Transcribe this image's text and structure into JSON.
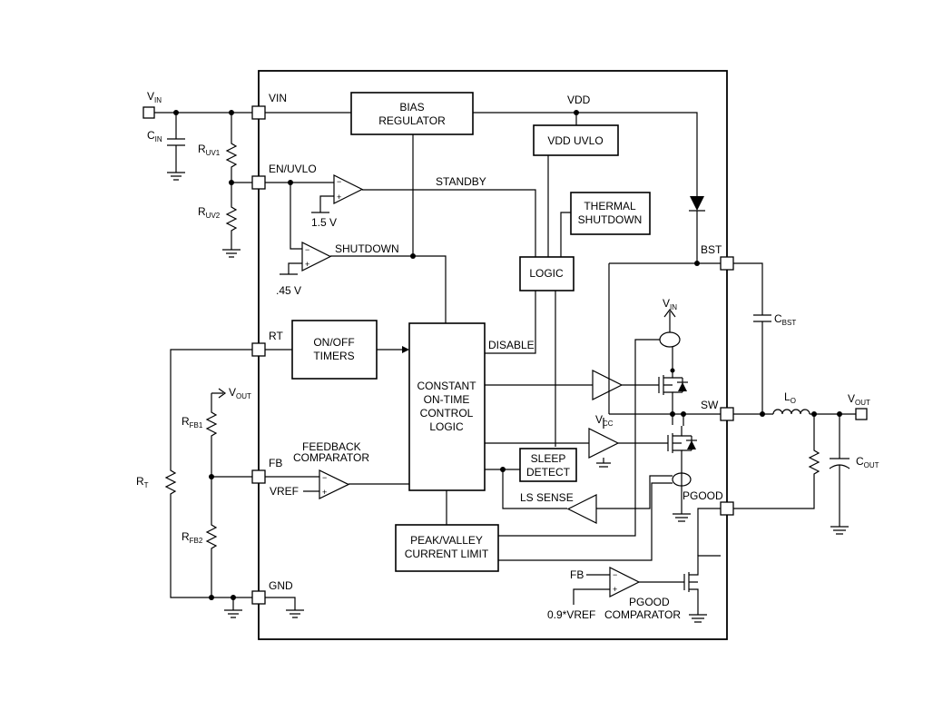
{
  "blocks": {
    "bias_regulator": [
      "BIAS",
      "REGULATOR"
    ],
    "vdd_uvlo": "VDD UVLO",
    "thermal_shutdown": [
      "THERMAL",
      "SHUTDOWN"
    ],
    "logic": "LOGIC",
    "onoff_timers": [
      "ON/OFF",
      "TIMERS"
    ],
    "control_logic": [
      "CONSTANT",
      "ON-TIME",
      "CONTROL",
      "LOGIC"
    ],
    "sleep_detect": [
      "SLEEP",
      "DETECT"
    ],
    "current_limit": [
      "PEAK/VALLEY",
      "CURRENT LIMIT"
    ]
  },
  "pins": {
    "vin": "VIN",
    "en_uvlo": "EN/UVLO",
    "rt": "RT",
    "fb": "FB",
    "gnd": "GND",
    "bst": "BST",
    "sw": "SW",
    "pgood": "PGOOD"
  },
  "signals": {
    "vdd": "VDD",
    "standby": "STANDBY",
    "shutdown": "SHUTDOWN",
    "disable": "DISABLE",
    "ls_sense": "LS SENSE",
    "vref": "VREF",
    "fb": "FB",
    "vref_09": "0.9*VREF",
    "v_1_5": "1.5 V",
    "v_045": ".45 V"
  },
  "comparators": {
    "feedback": [
      "FEEDBACK",
      "COMPARATOR"
    ],
    "pgood": [
      "PGOOD",
      "COMPARATOR"
    ]
  },
  "components": {
    "vin": {
      "main": "V",
      "sub": "IN"
    },
    "cin": {
      "main": "C",
      "sub": "IN"
    },
    "ruv1": {
      "main": "R",
      "sub": "UV1"
    },
    "ruv2": {
      "main": "R",
      "sub": "UV2"
    },
    "rt": {
      "main": "R",
      "sub": "T"
    },
    "rfb1": {
      "main": "R",
      "sub": "FB1"
    },
    "rfb2": {
      "main": "R",
      "sub": "FB2"
    },
    "vout_fb": {
      "main": "V",
      "sub": "OUT"
    },
    "vin_hs": {
      "main": "V",
      "sub": "IN"
    },
    "vcc": {
      "main": "V",
      "sub": "CC"
    },
    "cbst": {
      "main": "C",
      "sub": "BST"
    },
    "lo": {
      "main": "L",
      "sub": "O"
    },
    "vout": {
      "main": "V",
      "sub": "OUT"
    },
    "cout": {
      "main": "C",
      "sub": "OUT"
    }
  }
}
